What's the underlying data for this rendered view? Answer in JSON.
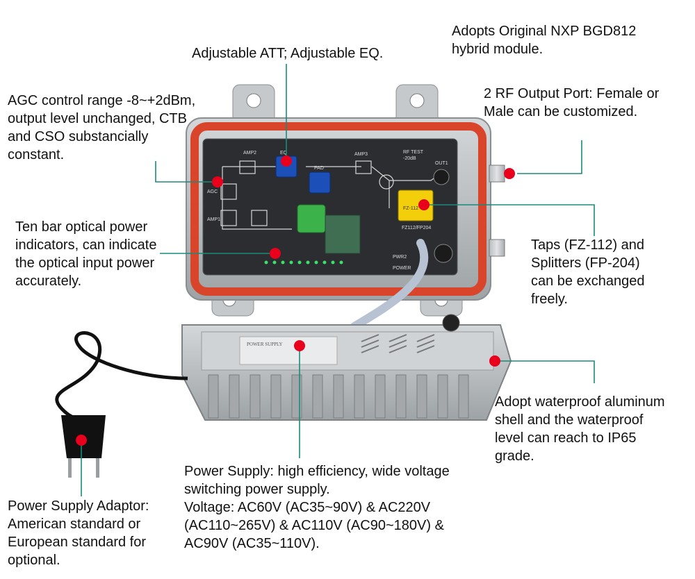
{
  "callouts": {
    "att_eq": "Adjustable ATT; Adjustable EQ.",
    "nxp": "Adopts Original NXP BGD812\nhybrid module.",
    "agc": "AGC control range -8~+2dBm,\noutput level unchanged, CTB\nand CSO substancially\nconstant.",
    "rf_output": "2 RF Output Port: Female or\nMale can be customized.",
    "optical_indicators": "Ten bar optical power\nindicators, can indicate\nthe optical input power\naccurately.",
    "taps": "Taps (FZ-112) and\nSplitters (FP-204)\ncan be exchanged\nfreely.",
    "waterproof": "Adopt waterproof aluminum\nshell and the waterproof\nlevel can reach to IP65\ngrade.",
    "power_supply": "Power Supply: high efficiency, wide voltage\nswitching power supply.\nVoltage: AC60V (AC35~90V) & AC220V\n(AC110~265V) & AC110V (AC90~180V) &\nAC90V (AC35~110V).",
    "adaptor": "Power Supply Adaptor:\nAmerican standard or\nEuropean standard for\noptional."
  },
  "board_labels": {
    "amp2": "AMP2",
    "eq": "EQ",
    "pad": "PAD",
    "amp3": "AMP3",
    "rf_test": "RF TEST",
    "rf_test_level": "-20dB",
    "out1": "OUT1",
    "agc": "AGC",
    "amp1": "AMP1",
    "fz112": "FZ-112",
    "fz_fp": "FZ112/FP204",
    "pwr2": "PWR2",
    "power": "POWER",
    "power_supply_lid": "POWER SUPPLY"
  },
  "colors": {
    "marker": "#e8001c",
    "leader": "#1a8a7a",
    "gasket": "#d9452b"
  }
}
